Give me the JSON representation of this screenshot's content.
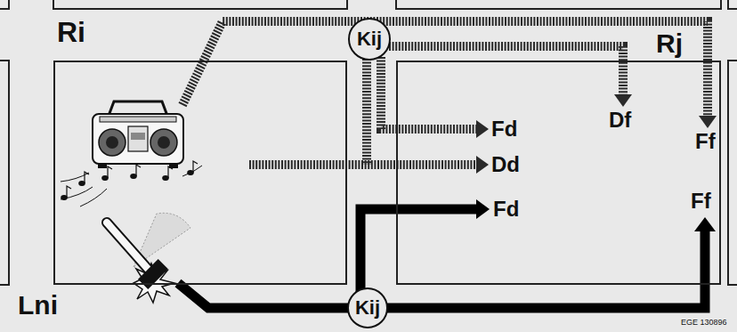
{
  "diagram": {
    "nodes": [
      {
        "text": [
          "Ri"
        ]
      },
      {
        "text": [
          "Kij"
        ]
      },
      {
        "text": [
          "Rj"
        ]
      },
      {
        "text": [
          "Kij"
        ]
      }
    ],
    "labels": [
      "Fd",
      "Df",
      "Ff",
      "Dd",
      "Fd",
      "Ff",
      "Lni",
      "EGE 130896"
    ]
  }
}
